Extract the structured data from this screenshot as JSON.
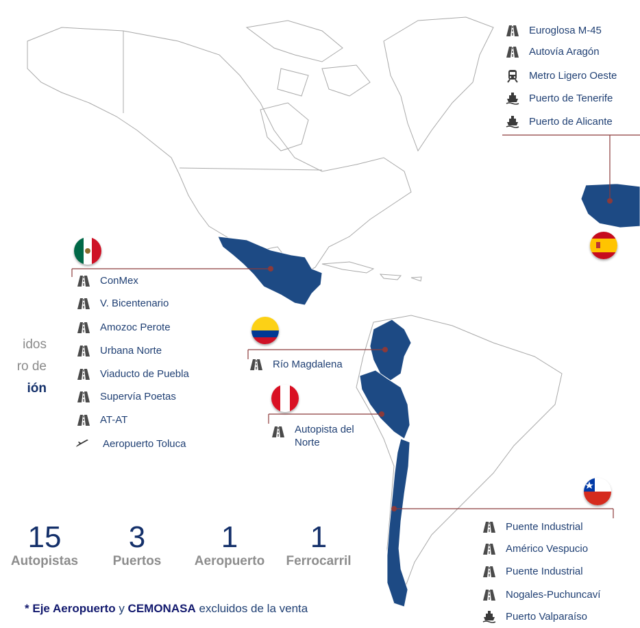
{
  "regions": {
    "spain": {
      "flag": "spain-flag",
      "assets": [
        {
          "icon": "highway-icon",
          "label": "Euroglosa M-45"
        },
        {
          "icon": "highway-icon",
          "label": "Autovía Aragón"
        },
        {
          "icon": "train-icon",
          "label": "Metro Ligero Oeste"
        },
        {
          "icon": "port-icon",
          "label": "Puerto de Tenerife"
        },
        {
          "icon": "port-icon",
          "label": "Puerto de Alicante"
        }
      ]
    },
    "mexico": {
      "flag": "mexico-flag",
      "assets": [
        {
          "icon": "highway-icon",
          "label": "ConMex"
        },
        {
          "icon": "highway-icon",
          "label": "V. Bicentenario"
        },
        {
          "icon": "highway-icon",
          "label": "Amozoc Perote"
        },
        {
          "icon": "highway-icon",
          "label": "Urbana Norte"
        },
        {
          "icon": "highway-icon",
          "label": "Viaducto de Puebla"
        },
        {
          "icon": "highway-icon",
          "label": "Supervía Poetas"
        },
        {
          "icon": "highway-icon",
          "label": "AT-AT"
        },
        {
          "icon": "airplane-icon",
          "label": "Aeropuerto Toluca"
        }
      ]
    },
    "colombia": {
      "flag": "colombia-flag",
      "assets": [
        {
          "icon": "highway-icon",
          "label": "Río Magdalena"
        }
      ]
    },
    "peru": {
      "flag": "peru-flag",
      "assets": [
        {
          "icon": "highway-icon",
          "label": "Autopista del\nNorte"
        }
      ]
    },
    "chile": {
      "flag": "chile-flag",
      "assets": [
        {
          "icon": "highway-icon",
          "label": "Puente Industrial"
        },
        {
          "icon": "highway-icon",
          "label": "Américo Vespucio"
        },
        {
          "icon": "highway-icon",
          "label": "Puente Industrial"
        },
        {
          "icon": "highway-icon",
          "label": "Nogales-Puchuncaví"
        },
        {
          "icon": "port-icon",
          "label": "Puerto Valparaíso"
        }
      ]
    }
  },
  "stats": [
    {
      "value": "15",
      "label": "Autopistas"
    },
    {
      "value": "3",
      "label": "Puertos"
    },
    {
      "value": "1",
      "label": "Aeropuerto"
    },
    {
      "value": "1",
      "label": "Ferrocarril"
    }
  ],
  "footnote": {
    "asterisk": "*",
    "item1": "Eje Aeropuerto",
    "conj": " y ",
    "item2": "CEMONASA",
    "tail": " excluidos de la venta"
  },
  "clipped_text": [
    "idos",
    "ro de",
    "ión"
  ],
  "colors": {
    "highlight_country": "#1d4a84",
    "outline": "#a8a8a8",
    "leader_line": "#8b3a3a",
    "asset_text": "#1f3f73",
    "stat_number": "#14306a",
    "stat_label": "#8d8d8d"
  }
}
